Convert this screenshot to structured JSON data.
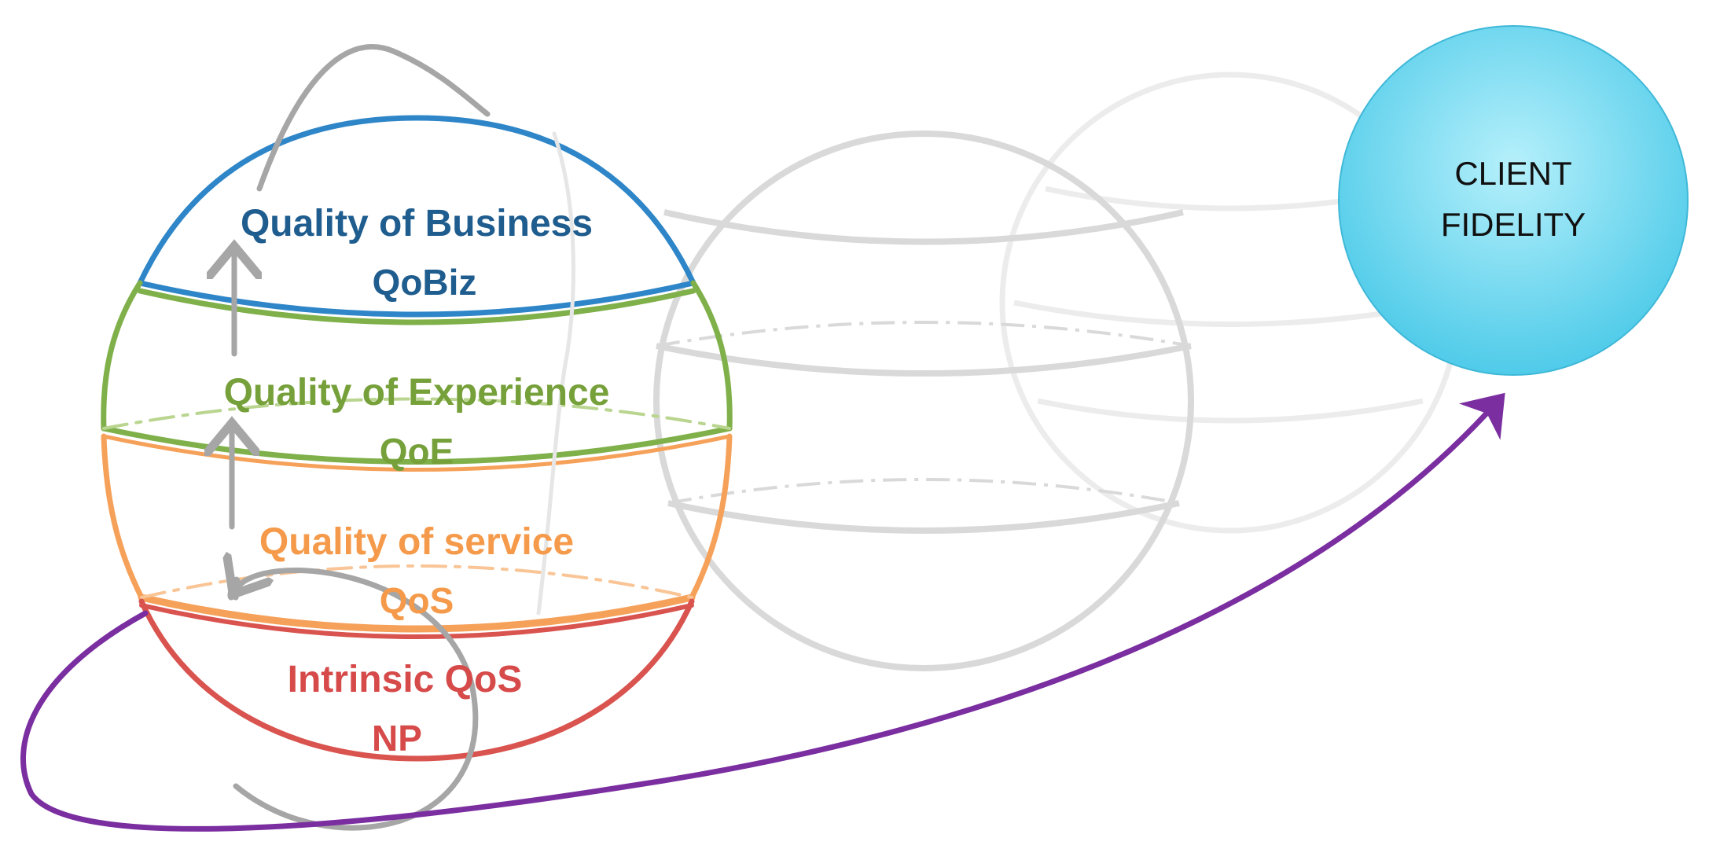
{
  "diagram": {
    "layers": [
      {
        "key": "qobiz",
        "line1": "Quality of Business",
        "line2": "QoBiz",
        "color": "#1f5d8f",
        "stroke": "#2e86c8"
      },
      {
        "key": "qoe",
        "line1": "Quality of Experience",
        "line2": "QoE",
        "color": "#76a03a",
        "stroke": "#7fb04a"
      },
      {
        "key": "qos",
        "line1": "Quality of service",
        "line2": "QoS",
        "color": "#f59a4a",
        "stroke": "#f6a15a"
      },
      {
        "key": "np",
        "line1": "Intrinsic QoS",
        "line2": "NP",
        "color": "#d64a4a",
        "stroke": "#d9534f"
      }
    ],
    "client": {
      "line1": "CLIENT",
      "line2": "FIDELITY",
      "fill": "#5fd3ee"
    },
    "colors": {
      "ghost_sphere": "#d9d9d9",
      "ghost_sphere_far": "#ececec",
      "cycle_arrow": "#a6a6a6",
      "fidelity_arrow": "#7a2ea0"
    },
    "icons": [
      "cycle-arrow-icon",
      "fidelity-arrow-icon"
    ]
  }
}
